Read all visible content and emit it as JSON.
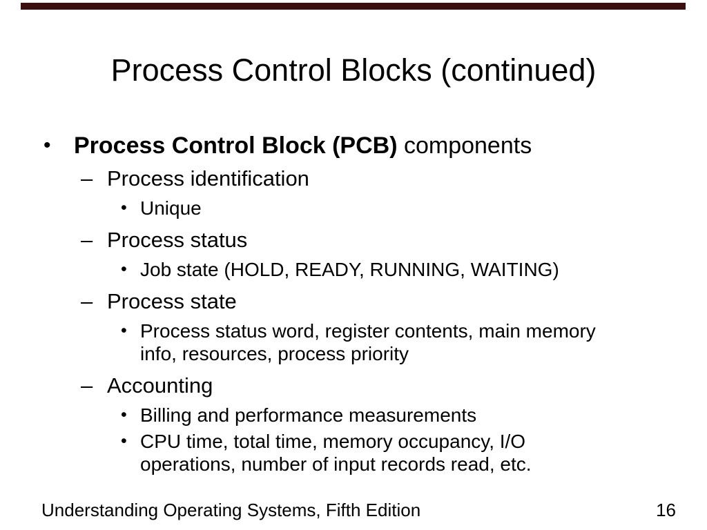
{
  "slide": {
    "top_bar_color": "#3D0E0F",
    "title": "Process Control Blocks (continued)",
    "bullets": [
      {
        "level": 1,
        "marker": "•",
        "bold": "Process Control Block (PCB)",
        "normal": " components"
      },
      {
        "level": 2,
        "marker": "–",
        "text": "Process identification"
      },
      {
        "level": 3,
        "marker": "•",
        "text": "Unique"
      },
      {
        "level": 2,
        "marker": "–",
        "text": "Process status"
      },
      {
        "level": 3,
        "marker": "•",
        "text": "Job state (HOLD, READY, RUNNING, WAITING)"
      },
      {
        "level": 2,
        "marker": "–",
        "text": "Process state"
      },
      {
        "level": 3,
        "marker": "•",
        "text": "Process status word, register contents, main memory\ninfo, resources, process priority"
      },
      {
        "level": 2,
        "marker": "–",
        "text": "Accounting"
      },
      {
        "level": 3,
        "marker": "•",
        "text": "Billing and performance measurements"
      },
      {
        "level": 3,
        "marker": "•",
        "text": "CPU time, total time, memory occupancy, I/O\noperations, number of input records read, etc."
      }
    ],
    "footer": {
      "book_title": "Understanding Operating Systems, Fifth Edition",
      "page_number": "16"
    }
  }
}
